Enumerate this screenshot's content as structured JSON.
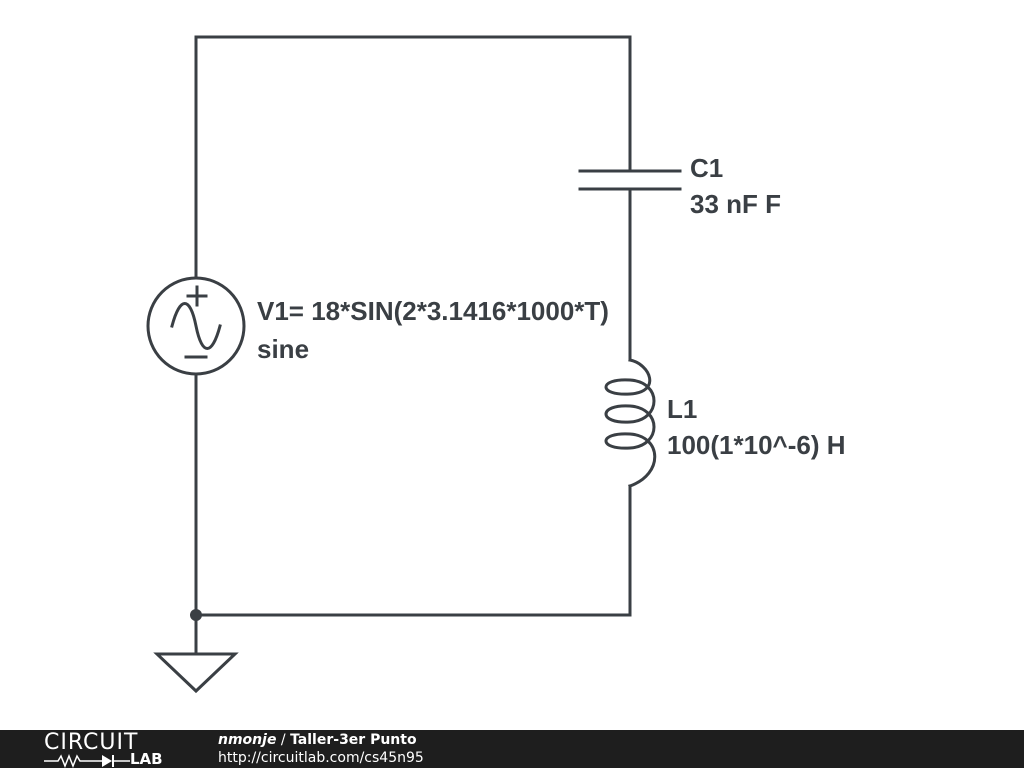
{
  "components": {
    "v1": {
      "name": "V1= 18*SIN(2*3.1416*1000*T)",
      "type": "sine"
    },
    "c1": {
      "name": "C1",
      "value": "33 nF F"
    },
    "l1": {
      "name": "L1",
      "value": "100(1*10^-6) H"
    }
  },
  "footer": {
    "logo_top": "CIRCUIT",
    "logo_bottom": "LAB",
    "author": "nmonje",
    "separator": " / ",
    "title": "Taller-3er Punto",
    "url": "http://circuitlab.com/cs45n95"
  },
  "colors": {
    "wire": "#3a3f44",
    "footer_background": "#1e1e1e",
    "footer_text": "#ffffff"
  }
}
